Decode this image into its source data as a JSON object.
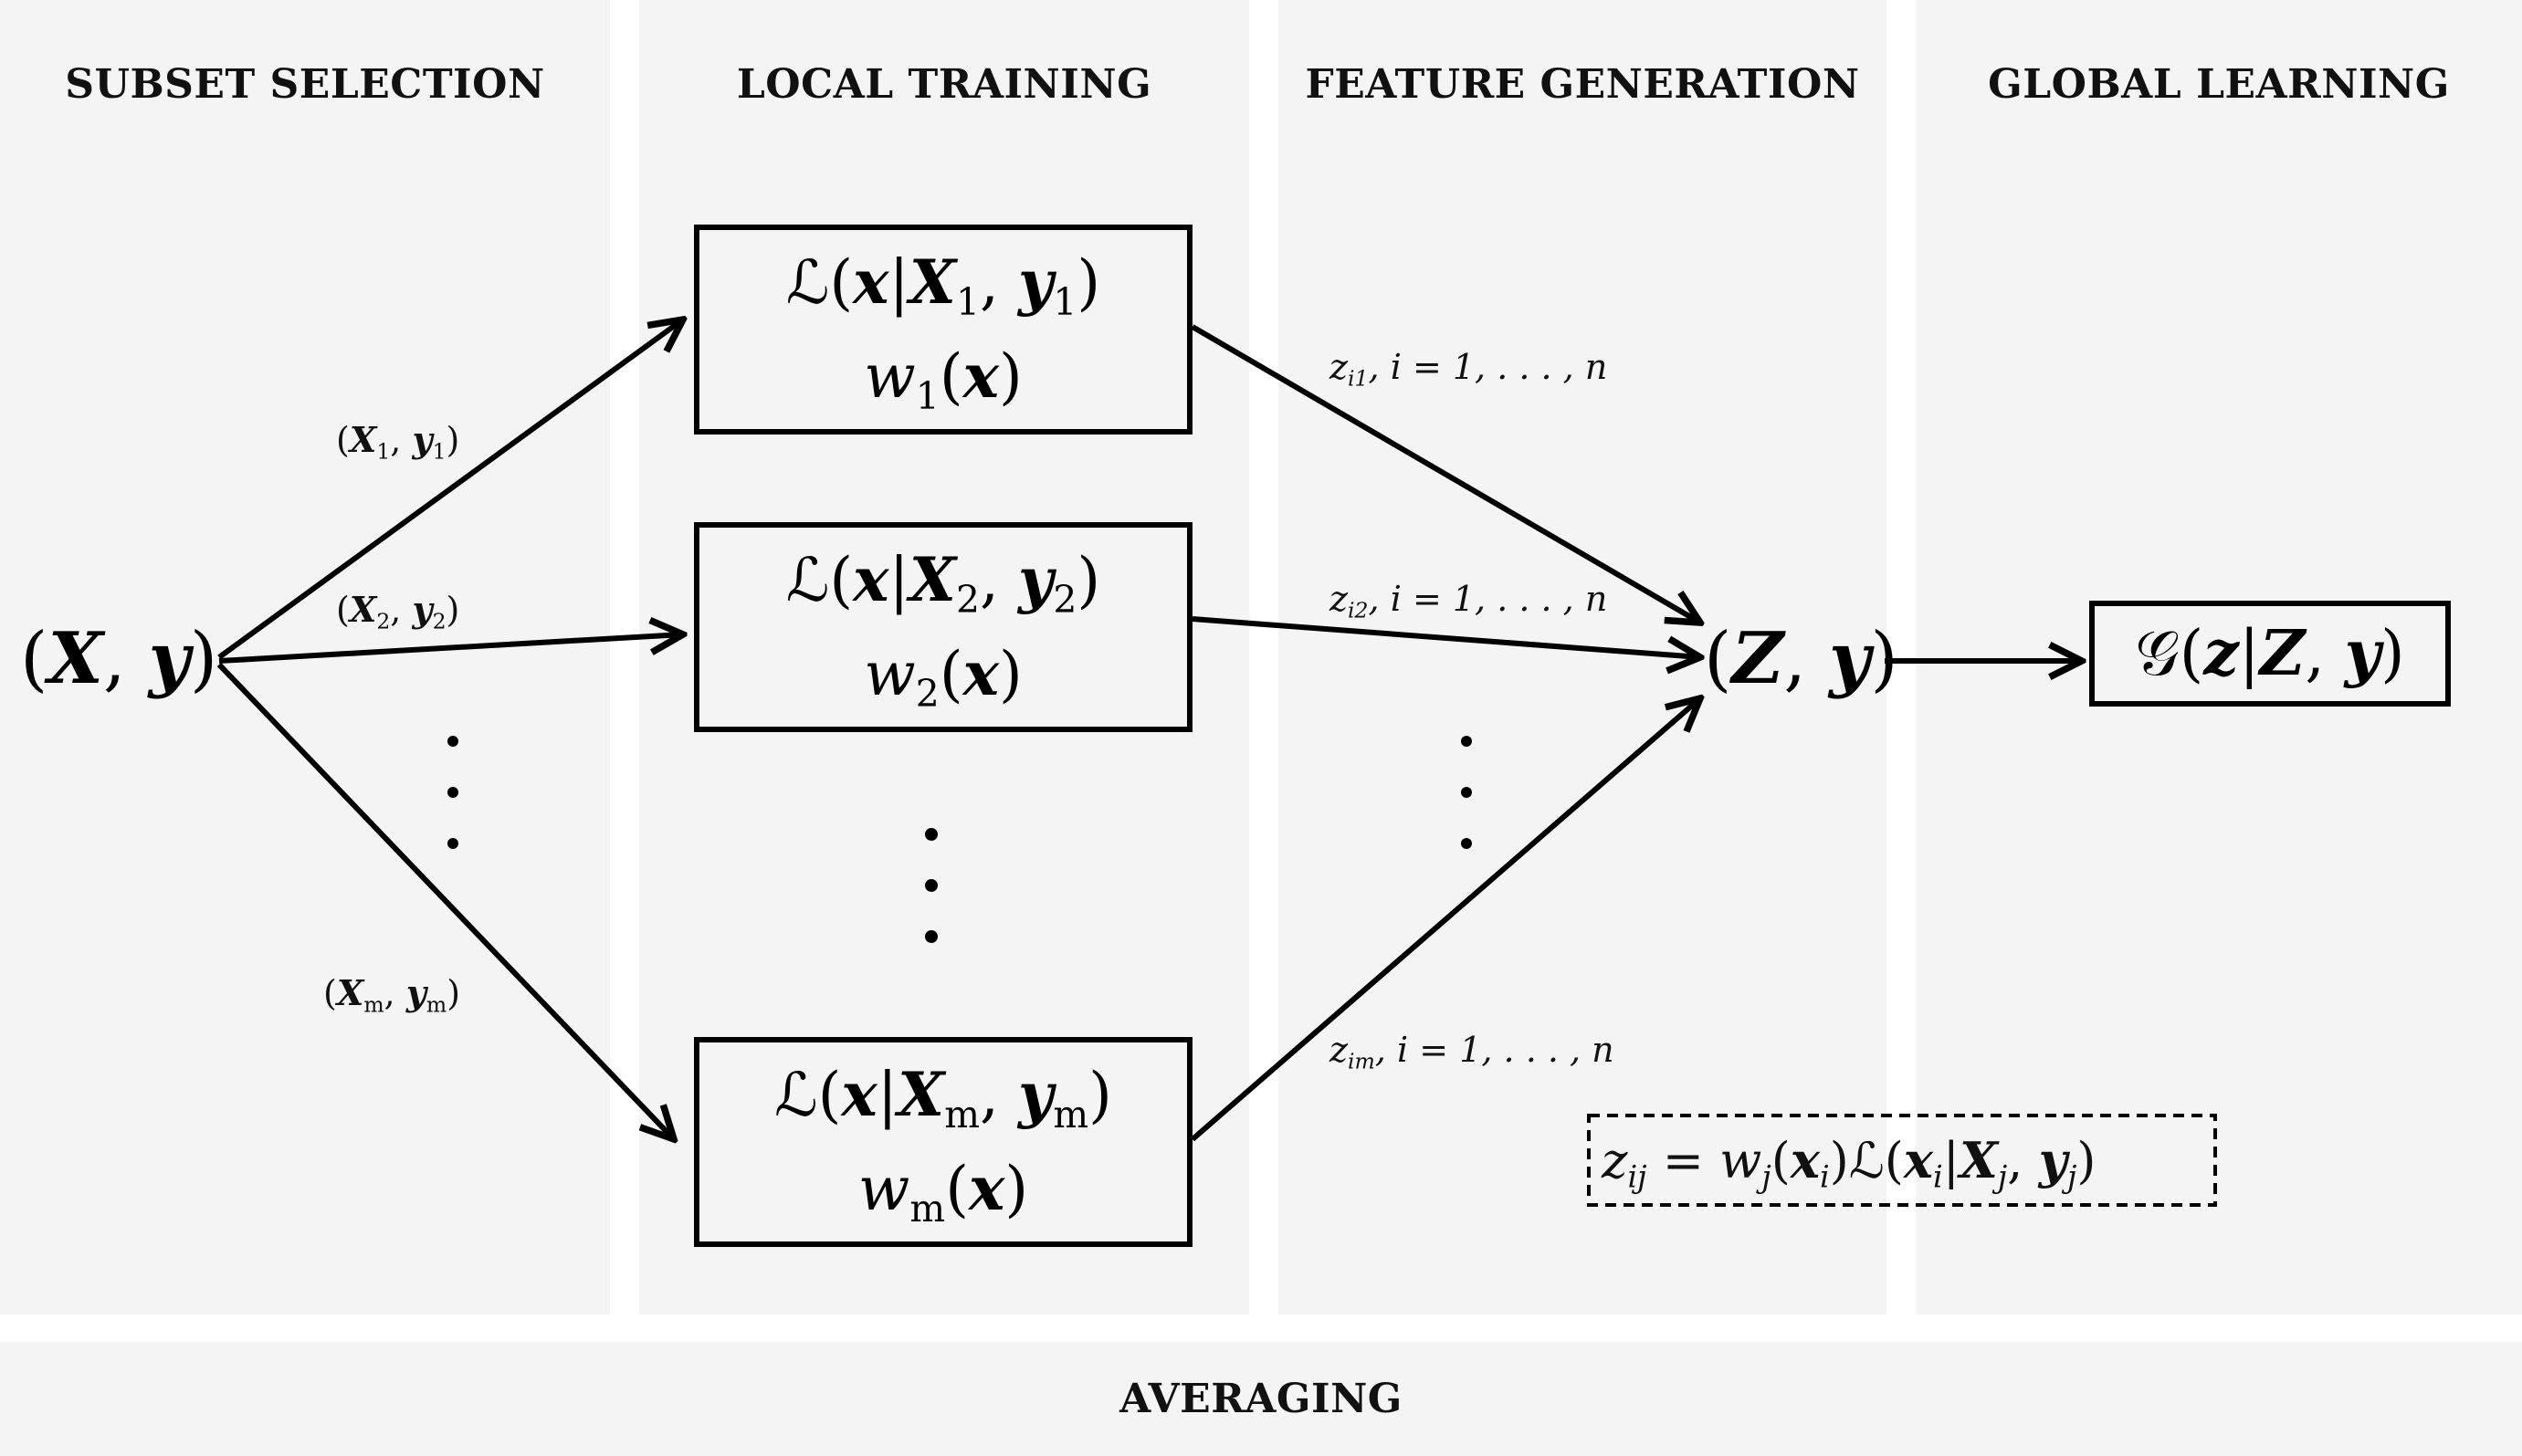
{
  "stages": {
    "subset_selection": "SUBSET SELECTION",
    "local_training": "LOCAL TRAINING",
    "feature_generation": "FEATURE GENERATION",
    "global_learning": "GLOBAL LEARNING",
    "averaging": "AVERAGING"
  },
  "input_node": {
    "open": "(",
    "X": "X",
    "sep": ", ",
    "y": "y",
    "close": ")"
  },
  "subset_labels": [
    {
      "X": "X",
      "xsub": "1",
      "y": "y",
      "ysub": "1"
    },
    {
      "X": "X",
      "xsub": "2",
      "y": "y",
      "ysub": "2"
    },
    {
      "X": "X",
      "xsub": "m",
      "y": "y",
      "ysub": "m"
    }
  ],
  "local_models": [
    {
      "L": "ℒ",
      "x": "x",
      "X": "X",
      "xsub": "1",
      "y": "y",
      "ysub": "1",
      "w": "w",
      "wsub": "1"
    },
    {
      "L": "ℒ",
      "x": "x",
      "X": "X",
      "xsub": "2",
      "y": "y",
      "ysub": "2",
      "w": "w",
      "wsub": "2"
    },
    {
      "L": "ℒ",
      "x": "x",
      "X": "X",
      "xsub": "m",
      "y": "y",
      "ysub": "m",
      "w": "w",
      "wsub": "m"
    }
  ],
  "feature_labels": [
    {
      "z": "z",
      "zsub": "i1",
      "rest": ", i = 1, . . . , n"
    },
    {
      "z": "z",
      "zsub": "i2",
      "rest": ", i = 1, . . . , n"
    },
    {
      "z": "z",
      "zsub": "im",
      "rest": ", i = 1, . . . , n"
    }
  ],
  "feature_node": {
    "Z": "Z",
    "y": "y"
  },
  "global_model": {
    "G": "𝒢",
    "z": "z",
    "Z": "Z",
    "y": "y"
  },
  "formula": {
    "z": "z",
    "zsub": "ij",
    "eq": " = ",
    "w": "w",
    "wsub": "j",
    "x": "x",
    "xsub": "i",
    "L": "ℒ",
    "X": "X",
    "Xsub": "j",
    "y": "y",
    "ysub": "j"
  },
  "colors": {
    "stroke": "#000000",
    "panel": "#f4f4f4"
  }
}
